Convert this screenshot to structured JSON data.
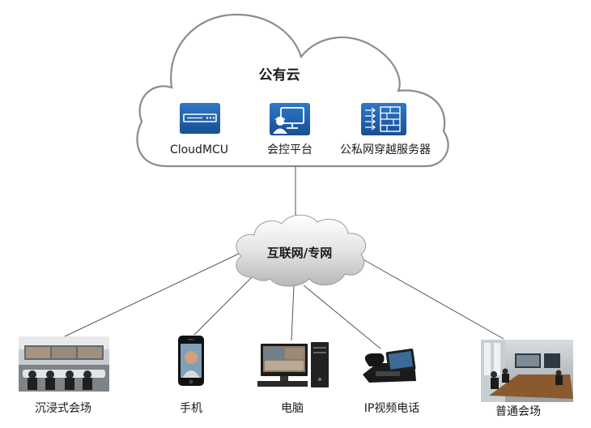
{
  "cloud": {
    "title": "公有云",
    "services": [
      {
        "label": "CloudMCU",
        "icon": "mcu-server-icon"
      },
      {
        "label": "会控平台",
        "icon": "conference-control-icon"
      },
      {
        "label": "公私网穿越服务器",
        "icon": "traversal-server-icon"
      }
    ]
  },
  "network": {
    "label": "互联网/专网"
  },
  "endpoints": [
    {
      "label": "沉浸式会场",
      "icon": "immersive-room-photo"
    },
    {
      "label": "手机",
      "icon": "mobile-phone-photo"
    },
    {
      "label": "电脑",
      "icon": "desktop-computer-photo"
    },
    {
      "label": "IP视频电话",
      "icon": "ip-video-phone-photo"
    },
    {
      "label": "普通会场",
      "icon": "meeting-room-photo"
    }
  ],
  "colors": {
    "cloud_stroke": "#8c8c8c",
    "icon_blue": "#1e5ea8",
    "line": "#555555"
  }
}
